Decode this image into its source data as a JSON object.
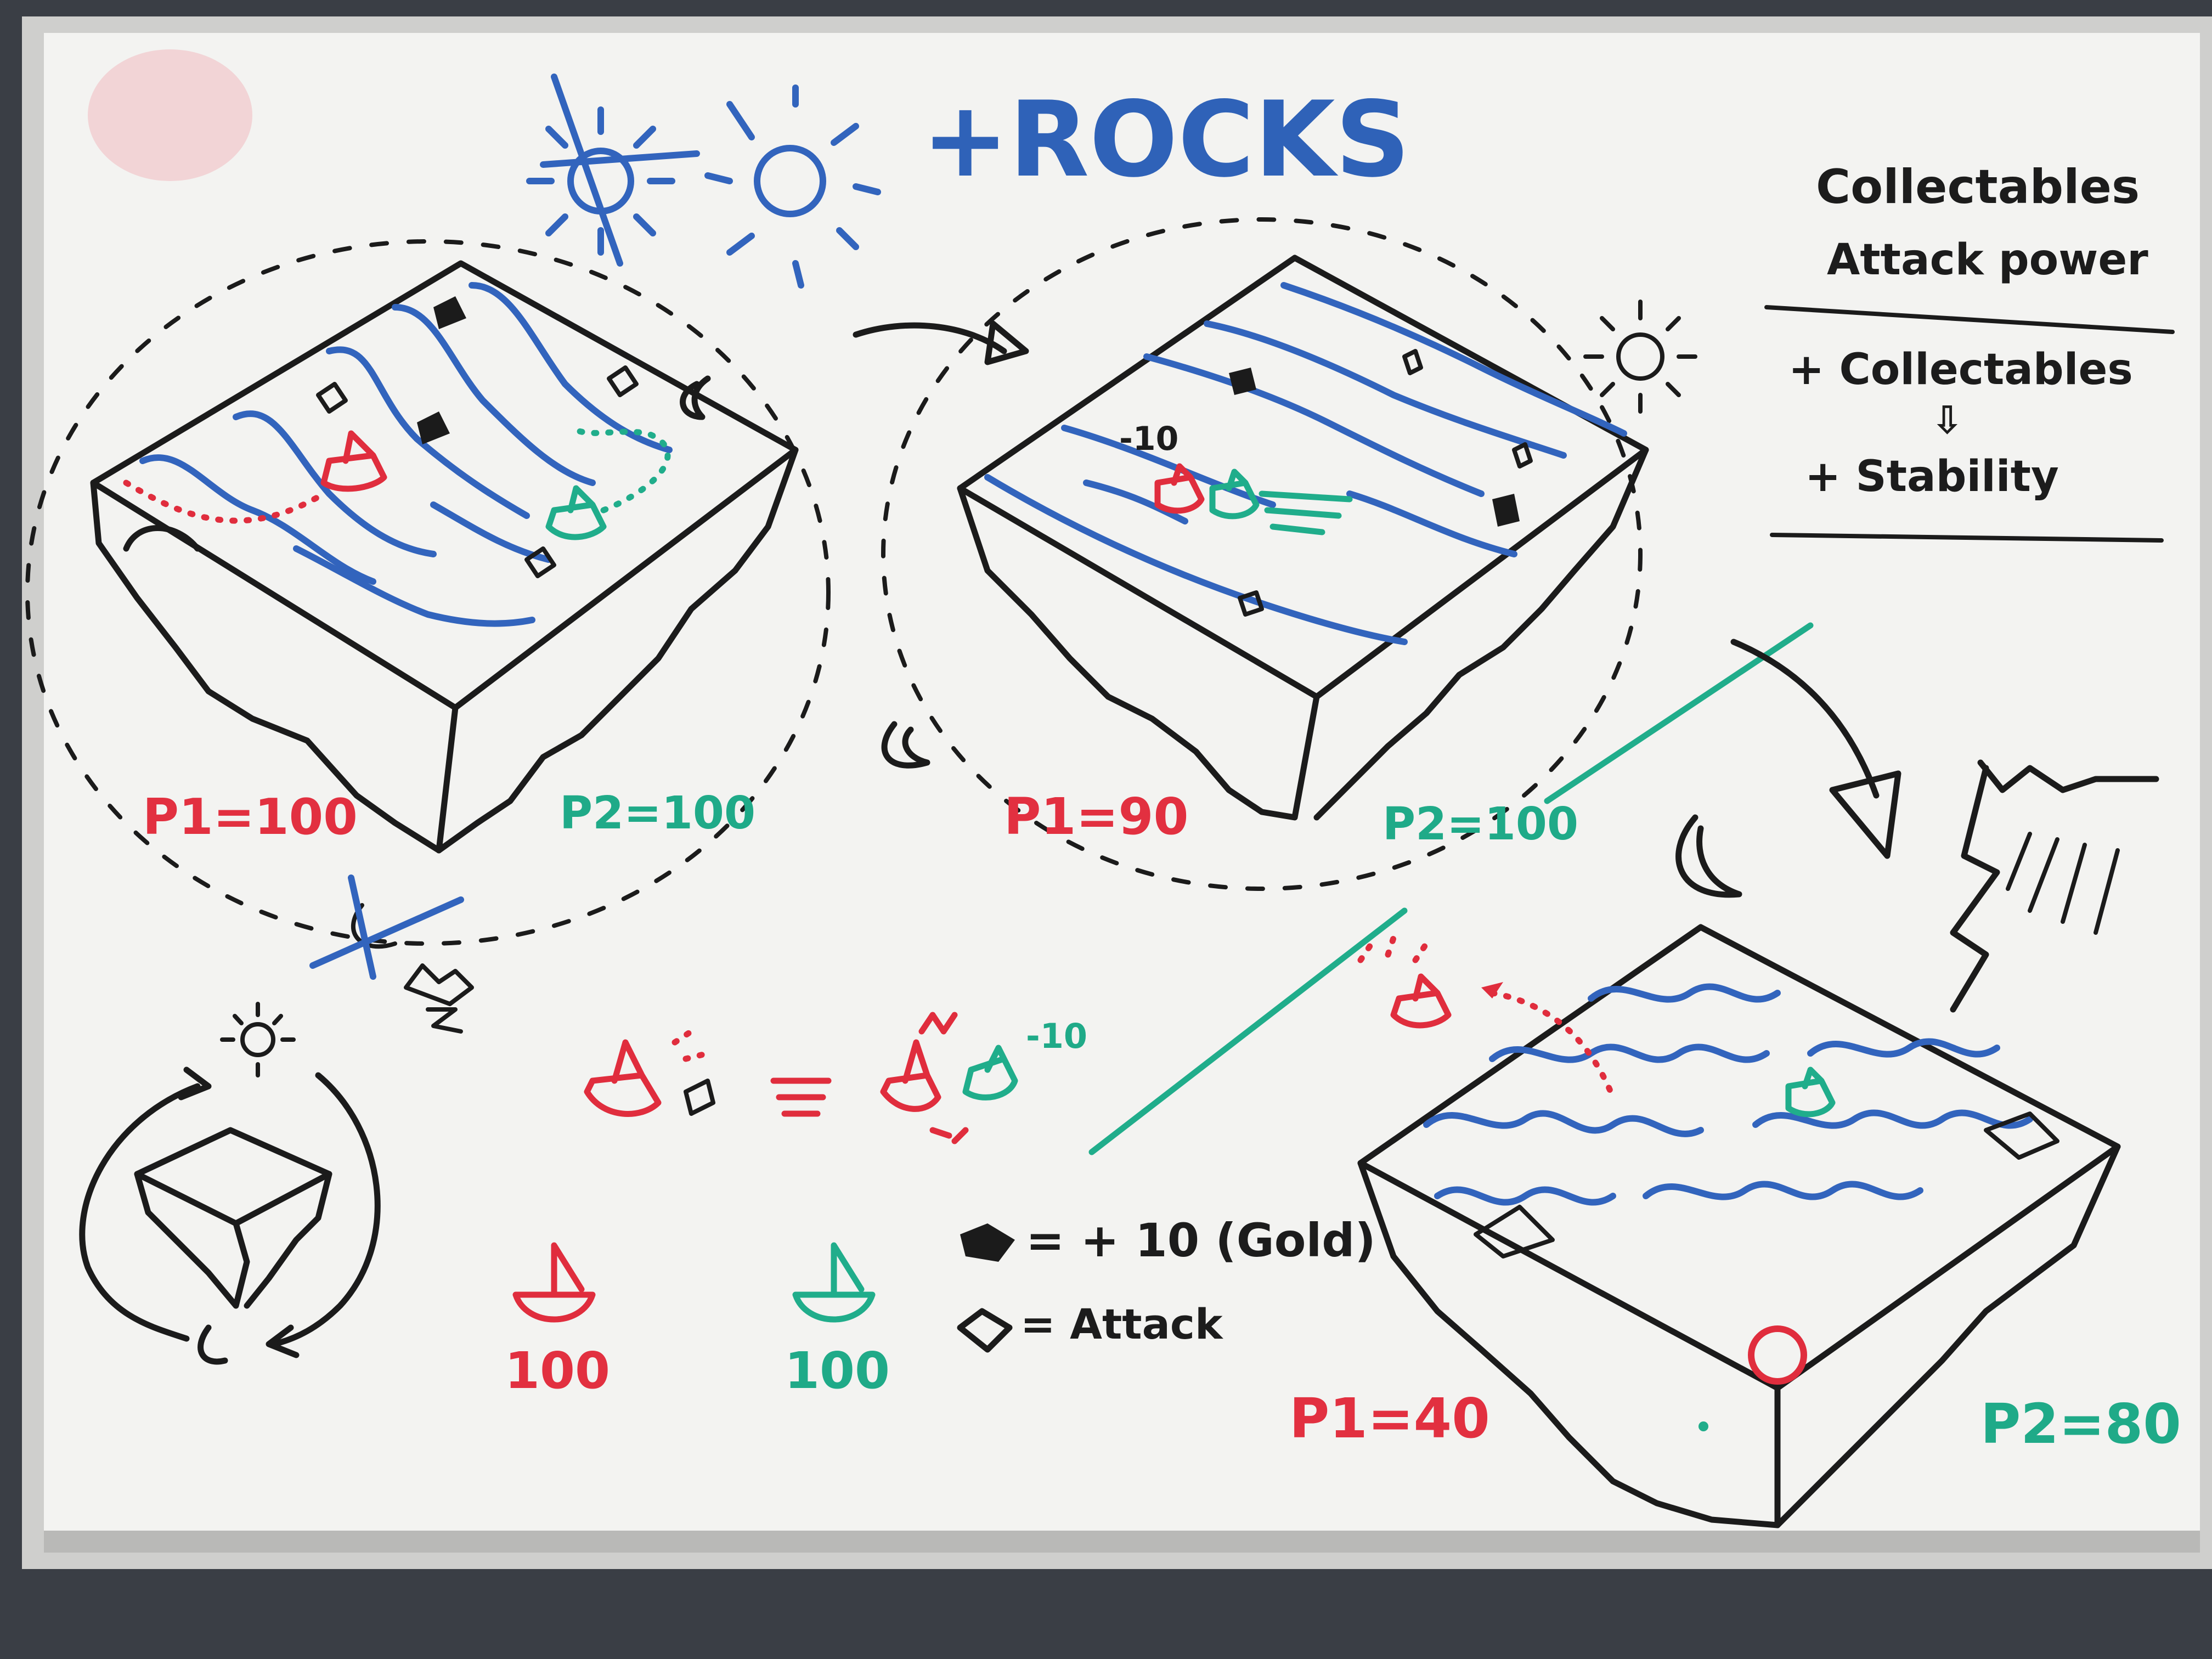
{
  "board": {
    "headline": "+ROCKS",
    "panel": {
      "line1": "Collectables",
      "line2": "Attack power",
      "line3": "+ Collectables",
      "line4": "⇩",
      "line5": "+ Stability"
    },
    "scene1": {
      "p1": "P1=100",
      "p2": "P2=100"
    },
    "scene2": {
      "p1": "P1=90",
      "p2": "P2=100",
      "damage": "-10"
    },
    "scene3": {
      "p1": "P1=40",
      "p2": "P2=80"
    },
    "hit_label": "-10",
    "boat_red_score": "100",
    "boat_green_score": "100",
    "legend": {
      "gold": "= + 10 (Gold)",
      "attack": "= Attack"
    }
  },
  "colors": {
    "marker_black": "#1b1b1b",
    "marker_blue": "#3264bd",
    "marker_red": "#e02d3d",
    "marker_green": "#20ad8b",
    "board_white": "#f3f3f1",
    "frame": "#c9c9c7"
  }
}
